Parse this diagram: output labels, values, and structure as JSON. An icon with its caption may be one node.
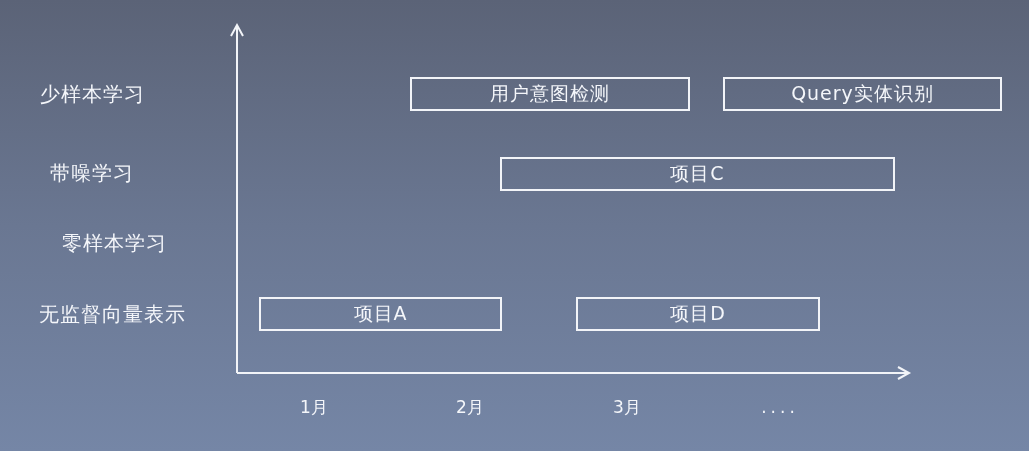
{
  "diagram": {
    "nodes": [
      {
        "text": [
          "用户意图检测"
        ]
      },
      {
        "text": [
          "Query实体识别"
        ]
      },
      {
        "text": [
          "项目C"
        ]
      },
      {
        "text": [
          "项目A"
        ]
      },
      {
        "text": [
          "项目D"
        ]
      }
    ],
    "labels": [
      "少样本学习",
      "带噪学习",
      "零样本学习",
      "无监督向量表示",
      "1月",
      "2月",
      "3月",
      "...."
    ]
  }
}
